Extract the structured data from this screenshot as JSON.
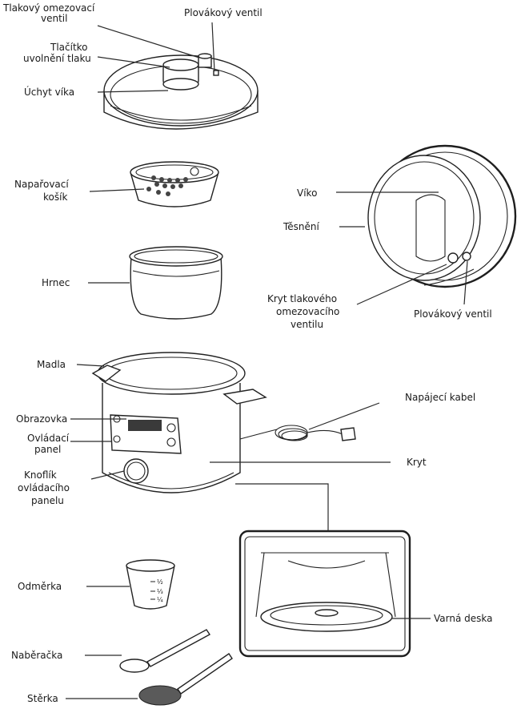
{
  "labels": {
    "tlakovy_ventil": [
      "Tlakový omezovací",
      "ventil"
    ],
    "plovakovy_top": "Plovákový ventil",
    "tlacitko": [
      "Tlačítko",
      "uvolnění tlaku"
    ],
    "uchyt": "Úchyt víka",
    "kosik": [
      "Napařovací",
      "košík"
    ],
    "viko": "Víko",
    "tesneni": "Těsnění",
    "hrnec": "Hrnec",
    "kryt_ventilu": [
      "Kryt tlakového",
      "omezovacího",
      "ventilu"
    ],
    "plovakovy_right": "Plovákový ventil",
    "madla": "Madla",
    "kabel": "Napájecí kabel",
    "obrazovka": "Obrazovka",
    "ovladaci": [
      "Ovládací",
      "panel"
    ],
    "knoflik": [
      "Knoflík",
      "ovládacího",
      "panelu"
    ],
    "kryt": "Kryt",
    "odmerka": "Odměrka",
    "varna": "Varná deska",
    "naberacka": "Naběračka",
    "sterka": "Stěrka"
  },
  "cup_marks": [
    "½",
    "⅓",
    "¼"
  ]
}
